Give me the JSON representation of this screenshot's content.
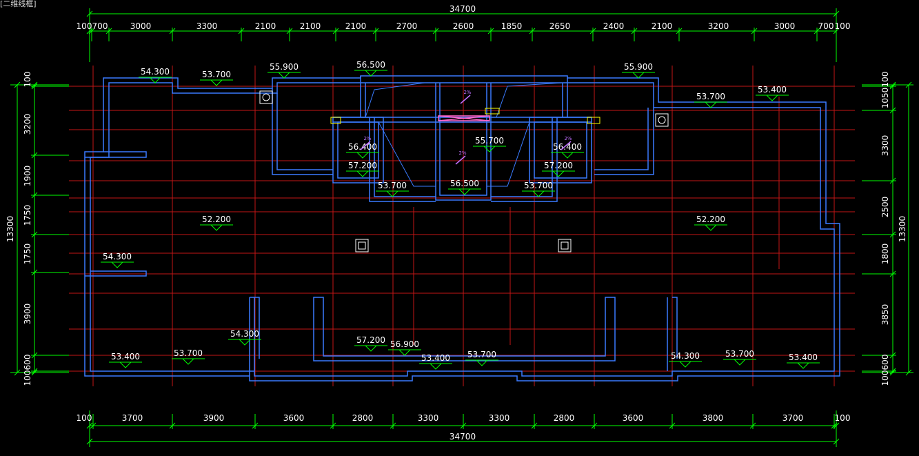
{
  "view_label": "[二维线框]",
  "colors": {
    "dim": "#00ff00",
    "wall": "#3a7bff",
    "grid": "#d11a1a",
    "elev": "#00ff00",
    "slope": "#c070ff",
    "text": "#ffffff"
  },
  "dims": {
    "top_total": "34700",
    "top": [
      "100",
      "700",
      "3000",
      "3300",
      "2100",
      "2100",
      "2100",
      "2700",
      "2600",
      "1850",
      "2650",
      "2400",
      "2100",
      "3200",
      "3000",
      "700",
      "100"
    ],
    "bottom_total": "34700",
    "bottom": [
      "100",
      "3700",
      "3900",
      "3600",
      "2800",
      "3300",
      "3300",
      "2800",
      "3600",
      "3800",
      "3700",
      "100"
    ],
    "left_total": "13300",
    "left": [
      "100",
      "3200",
      "1900",
      "1750",
      "1750",
      "3900",
      "600",
      "100"
    ],
    "right_total": "13300",
    "right": [
      "100",
      "1050",
      "3300",
      "2500",
      "1800",
      "3850",
      "600",
      "100"
    ]
  },
  "elevations": [
    "54.300",
    "53.700",
    "55.900",
    "56.500",
    "55.900",
    "53.700",
    "53.400",
    "56.400",
    "57.200",
    "55.700",
    "56.400",
    "57.200",
    "53.700",
    "56.500",
    "53.700",
    "52.200",
    "52.200",
    "54.300",
    "54.300",
    "57.200",
    "56.900",
    "53.400",
    "53.700",
    "54.300",
    "53.700",
    "53.400",
    "53.400",
    "53.700"
  ],
  "slopes": [
    "2%",
    "2%",
    "2%",
    "2%"
  ]
}
